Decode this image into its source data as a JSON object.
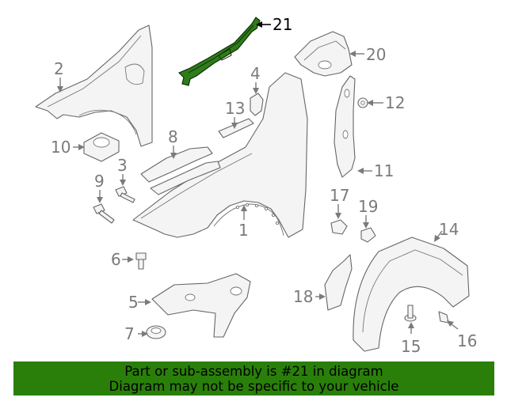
{
  "diagram": {
    "highlighted_part": "21",
    "callouts": {
      "c1": "1",
      "c2": "2",
      "c3": "3",
      "c4": "4",
      "c5": "5",
      "c6": "6",
      "c7": "7",
      "c8": "8",
      "c9": "9",
      "c10": "10",
      "c11": "11",
      "c12": "12",
      "c13": "13",
      "c14": "14",
      "c15": "15",
      "c16": "16",
      "c17": "17",
      "c18": "18",
      "c19": "19",
      "c20": "20",
      "c21": "21"
    },
    "colors": {
      "highlight": "#2e7d1a",
      "line": "#7a7a7a",
      "footer_bg": "#2a7f0a"
    }
  },
  "footer": {
    "line1": "Part or sub-assembly is #21 in diagram",
    "line2": "Diagram may not be specific to your vehicle"
  }
}
